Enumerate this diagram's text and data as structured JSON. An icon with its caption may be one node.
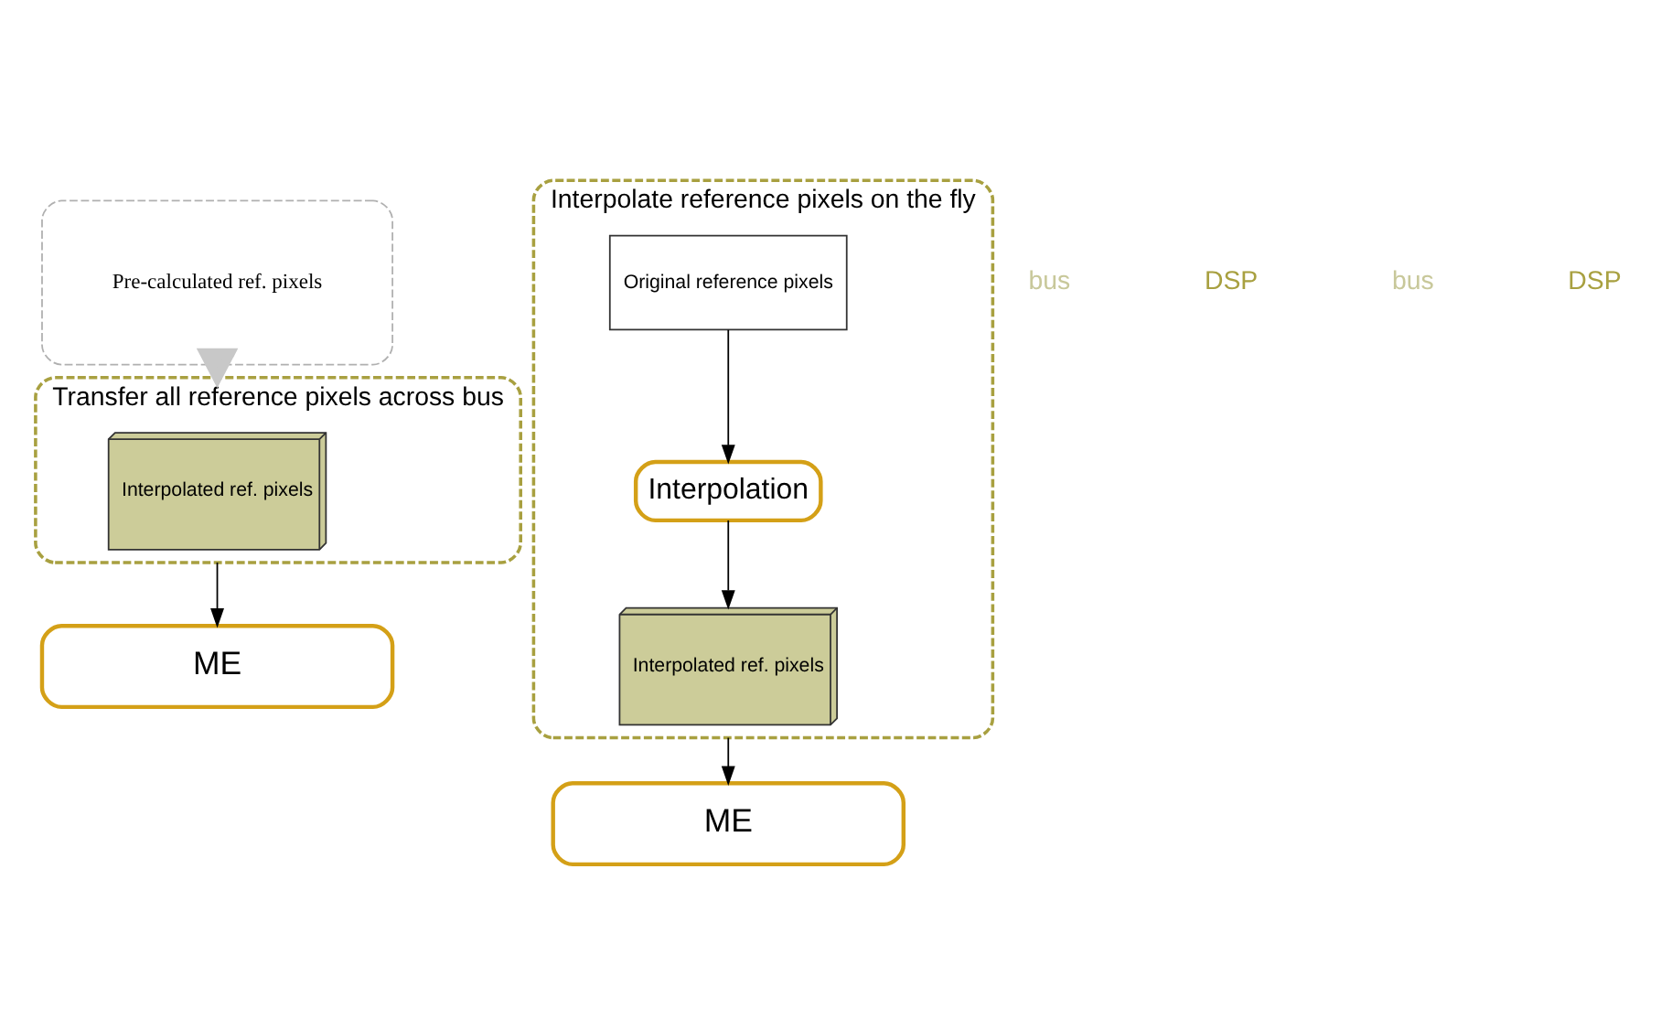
{
  "diagram": {
    "nodes": [
      {
        "text": [
          "Pre-calculated ref. pixels"
        ]
      },
      {
        "text": [
          "Transfer all reference pixels across bus"
        ]
      },
      {
        "text": [
          "Interpolated ref. pixels"
        ],
        "in": 1
      },
      {
        "text": [
          "ME"
        ]
      },
      {
        "text": [
          "Interpolate reference pixels on the fly"
        ]
      },
      {
        "text": [
          "Original reference pixels"
        ],
        "in": 4
      },
      {
        "text": [
          "Interpolation"
        ],
        "in": 4
      },
      {
        "text": [
          "Interpolated ref. pixels"
        ],
        "in": 4
      },
      {
        "text": [
          "ME"
        ]
      }
    ],
    "edges": [
      {
        "from": 0,
        "to": 1,
        "arrow": "to",
        "style": "thick",
        "color": "#c8c8c8"
      },
      {
        "from": 1,
        "to": 3,
        "arrow": "to"
      },
      {
        "from": 5,
        "to": 6,
        "arrow": "to"
      },
      {
        "from": 6,
        "to": 7,
        "arrow": "to"
      },
      {
        "from": 4,
        "to": 8,
        "arrow": "to"
      }
    ],
    "labels": [
      "bus",
      "DSP",
      "bus",
      "DSP"
    ]
  }
}
